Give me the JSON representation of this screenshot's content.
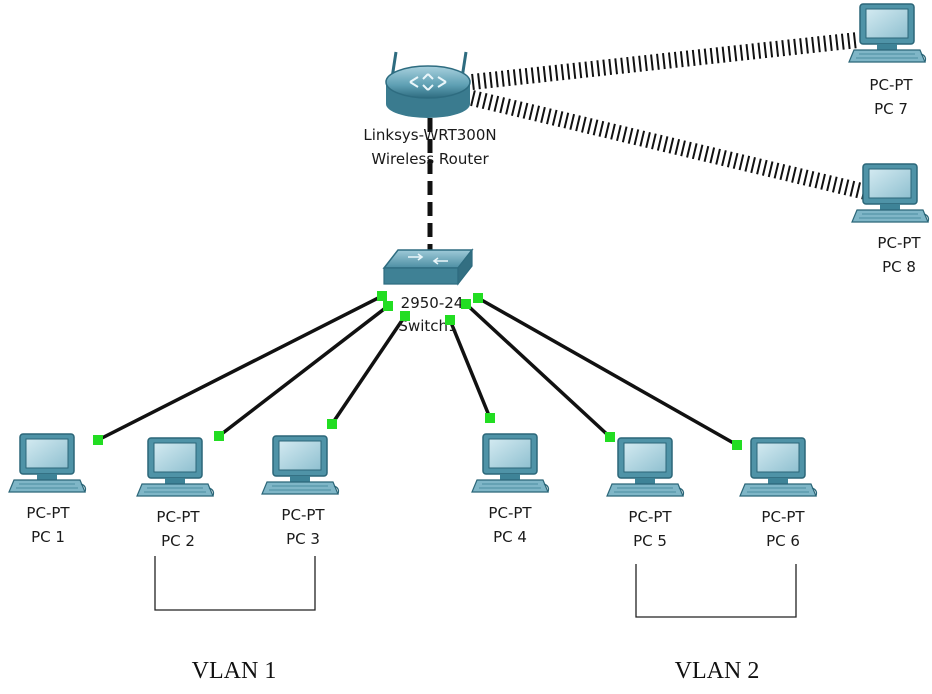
{
  "router": {
    "model": "Linksys-WRT300N",
    "name": "Wireless Router"
  },
  "switch": {
    "model": "2950-24",
    "name": "Switch1"
  },
  "pcs": [
    {
      "type": "PC-PT",
      "name": "PC 1"
    },
    {
      "type": "PC-PT",
      "name": "PC 2"
    },
    {
      "type": "PC-PT",
      "name": "PC 3"
    },
    {
      "type": "PC-PT",
      "name": "PC 4"
    },
    {
      "type": "PC-PT",
      "name": "PC 5"
    },
    {
      "type": "PC-PT",
      "name": "PC 6"
    },
    {
      "type": "PC-PT",
      "name": "PC 7"
    },
    {
      "type": "PC-PT",
      "name": "PC 8"
    }
  ],
  "vlans": [
    {
      "label": "VLAN 1"
    },
    {
      "label": "VLAN 2"
    }
  ],
  "colors": {
    "link": "#111111",
    "port_up": "#22dd22",
    "device": "#5a9fb2",
    "device_dark": "#2f6f82",
    "screen": "#b5d7e2"
  }
}
